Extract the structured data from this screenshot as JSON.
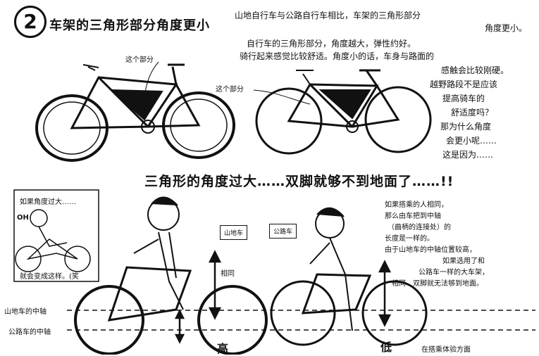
{
  "section": {
    "number": "2",
    "title": "车架的三角形部分角度更小"
  },
  "intro": {
    "line1": "山地自行车与公路自行车相比，车架的三角形部分",
    "line2": "角度更小。",
    "line3": "自行车的三角形部分，角度越大，弹性约好。",
    "line4": "骑行起来感觉比较舒适。角度小的话，车身与路面的",
    "line5": "感触会比较刚硬。",
    "line6": "越野路段不是应该",
    "line7": "提高骑车的",
    "line8": "舒适度吗？",
    "line9": "那为什么角度",
    "line10": "会更小呢……",
    "line11": "这是因为……"
  },
  "labels": {
    "this_part_1": "这个部分",
    "this_part_2": "这个部分"
  },
  "headline": "三角形的角度过大……双脚就够不到地面了……!!",
  "inset": {
    "caption_top": "如果角度过大……",
    "oh": "OH",
    "caption_bottom": "就会变成这样。(笑"
  },
  "bike_tags": {
    "mtb": "山地车",
    "road": "公路车"
  },
  "same": {
    "left": "相同",
    "right": "相同"
  },
  "explanation": {
    "line1": "如果搭乘的人相同，",
    "line2": "那么由车把到中轴",
    "line3": "（曲柄的连接处）的",
    "line4": "长度是一样的。",
    "line5": "由于山地车的中轴位置较高，",
    "line6": "如果选用了和",
    "line7": "公路车一样的大车架，",
    "line8": "双脚就无法够到地面。"
  },
  "axis": {
    "mtb": "山地车的中轴",
    "road": "公路车的中轴",
    "high": "高",
    "low": "低"
  },
  "footer": "在搭乘体验方面"
}
